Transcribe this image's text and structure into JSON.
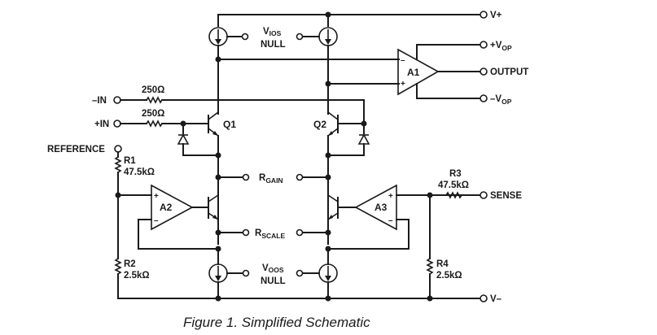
{
  "caption": "Figure 1. Simplified Schematic",
  "terminals": {
    "v_plus": "V+",
    "v_minus": "V–",
    "plus_vop": {
      "main": "+V",
      "sub": "OP"
    },
    "minus_vop": {
      "main": "–V",
      "sub": "OP"
    },
    "output": "OUTPUT",
    "minus_in": "–IN",
    "plus_in": "+IN",
    "reference": "REFERENCE",
    "sense": "SENSE",
    "rgain": {
      "main": "R",
      "sub": "GAIN"
    },
    "rscale": {
      "main": "R",
      "sub": "SCALE"
    },
    "vios_null": {
      "main": "V",
      "sub": "IOS",
      "line2": "NULL"
    },
    "voos_null": {
      "main": "V",
      "sub": "OOS",
      "line2": "NULL"
    }
  },
  "components": {
    "r_in_minus": "250Ω",
    "r_in_plus": "250Ω",
    "r1": {
      "name": "R1",
      "value": "47.5kΩ"
    },
    "r2": {
      "name": "R2",
      "value": "2.5kΩ"
    },
    "r3": {
      "name": "R3",
      "value": "47.5kΩ"
    },
    "r4": {
      "name": "R4",
      "value": "2.5kΩ"
    },
    "q1": "Q1",
    "q2": "Q2",
    "a1": "A1",
    "a2": "A2",
    "a3": "A3",
    "plus_sign": "+",
    "minus_sign": "–"
  }
}
